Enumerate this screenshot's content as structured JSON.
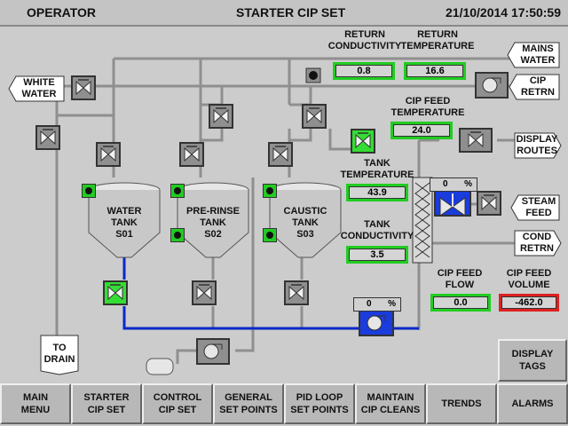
{
  "header": {
    "left": "OPERATOR",
    "title": "STARTER CIP SET",
    "datetime": "21/10/2014 17:50:59"
  },
  "readings": {
    "return_conductivity": {
      "label1": "RETURN",
      "label2": "CONDUCTIVITY",
      "value": "0.8"
    },
    "return_temperature": {
      "label1": "RETURN",
      "label2": "TEMPERATURE",
      "value": "16.6"
    },
    "cip_feed_temperature": {
      "label1": "CIP FEED",
      "label2": "TEMPERATURE",
      "value": "24.0"
    },
    "tank_temperature": {
      "label1": "TANK",
      "label2": "TEMPERATURE",
      "value": "43.9"
    },
    "tank_conductivity": {
      "label1": "TANK",
      "label2": "CONDUCTIVITY",
      "value": "3.5"
    },
    "cip_feed_flow": {
      "label1": "CIP FEED",
      "label2": "FLOW",
      "value": "0.0"
    },
    "cip_feed_volume": {
      "label1": "CIP FEED",
      "label2": "VOLUME",
      "value": "-462.0"
    }
  },
  "percent": {
    "valve_value": "0",
    "pump_value": "0",
    "unit": "%"
  },
  "tanks": [
    {
      "line1": "WATER",
      "line2": "TANK",
      "line3": "S01"
    },
    {
      "line1": "PRE-RINSE",
      "line2": "TANK",
      "line3": "S02"
    },
    {
      "line1": "CAUSTIC",
      "line2": "TANK",
      "line3": "S03"
    }
  ],
  "flags": {
    "mains_water": [
      "MAINS",
      "WATER"
    ],
    "white_water": [
      "WHITE",
      "WATER"
    ],
    "cip_retrn": [
      "CIP",
      "RETRN"
    ],
    "display_routes": [
      "DISPLAY",
      "ROUTES"
    ],
    "steam_feed": [
      "STEAM",
      "FEED"
    ],
    "cond_retrn": [
      "COND",
      "RETRN"
    ],
    "to_drain": [
      "TO",
      "DRAIN"
    ]
  },
  "display_tags": {
    "line1": "DISPLAY",
    "line2": "TAGS"
  },
  "nav": [
    {
      "line1": "MAIN",
      "line2": "MENU"
    },
    {
      "line1": "STARTER",
      "line2": "CIP SET"
    },
    {
      "line1": "CONTROL",
      "line2": "CIP SET"
    },
    {
      "line1": "GENERAL",
      "line2": "SET POINTS"
    },
    {
      "line1": "PID LOOP",
      "line2": "SET POINTS"
    },
    {
      "line1": "MAINTAIN",
      "line2": "CIP CLEANS"
    },
    {
      "line1": "TRENDS",
      "line2": ""
    },
    {
      "line1": "ALARMS",
      "line2": ""
    }
  ],
  "colors": {
    "active": "#33dd33",
    "flow_line": "#0a28c8",
    "alarm": "#dd2020",
    "pipe": "#8f8f8f"
  }
}
